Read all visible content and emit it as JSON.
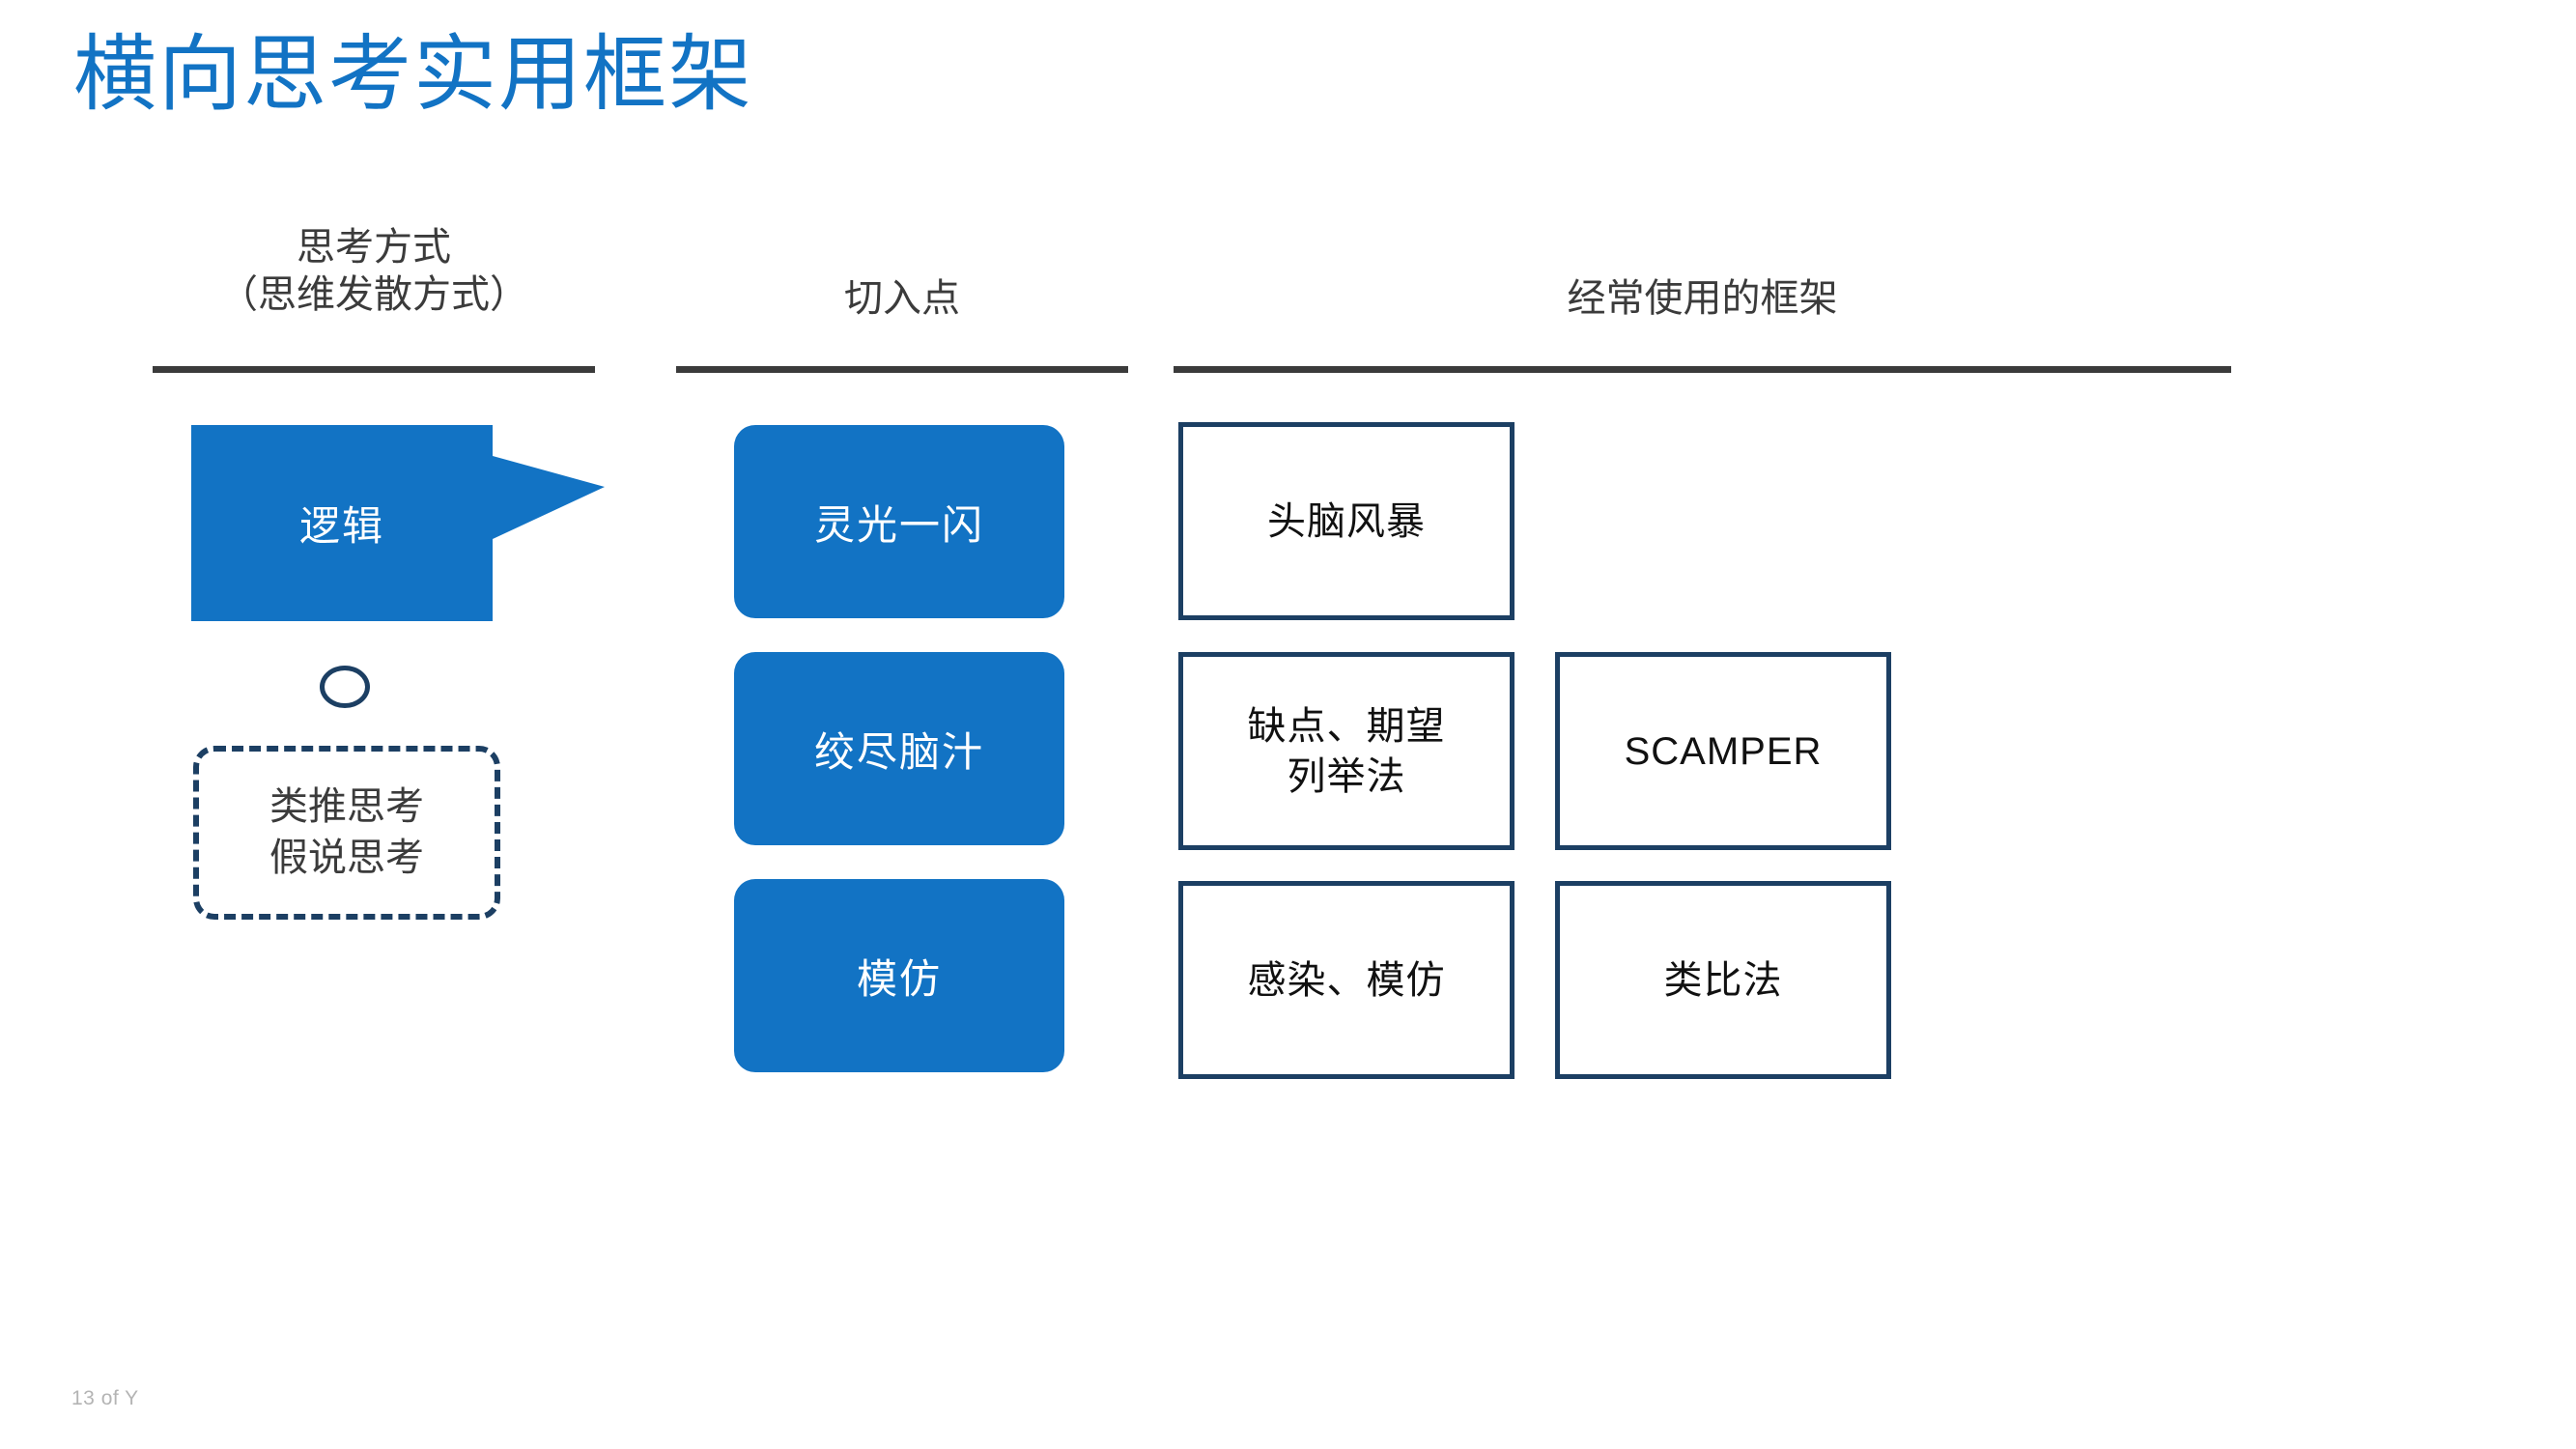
{
  "slide": {
    "title": "横向思考实用框架",
    "footer": "13 of Y",
    "accent_blue": "#1273c4",
    "outline_navy": "#1c3f63",
    "text_gray": "#3b3b3b"
  },
  "columns": [
    {
      "heading_line1": "思考方式",
      "heading_line2": "（思维发散方式）"
    },
    {
      "heading_line1": "切入点",
      "heading_line2": ""
    },
    {
      "heading_line1": "经常使用的框架",
      "heading_line2": ""
    }
  ],
  "thinking_modes": {
    "bubble_label": "逻辑",
    "dashed_line1": "类推思考",
    "dashed_line2": "假说思考"
  },
  "entry_points": [
    {
      "label": "灵光一闪"
    },
    {
      "label": "绞尽脑汁"
    },
    {
      "label": "模仿"
    }
  ],
  "frameworks": [
    {
      "line1": "头脑风暴",
      "line2": ""
    },
    {
      "line1": "缺点、期望",
      "line2": "列举法"
    },
    {
      "line1": "SCAMPER",
      "line2": ""
    },
    {
      "line1": "感染、模仿",
      "line2": ""
    },
    {
      "line1": "类比法",
      "line2": ""
    }
  ]
}
